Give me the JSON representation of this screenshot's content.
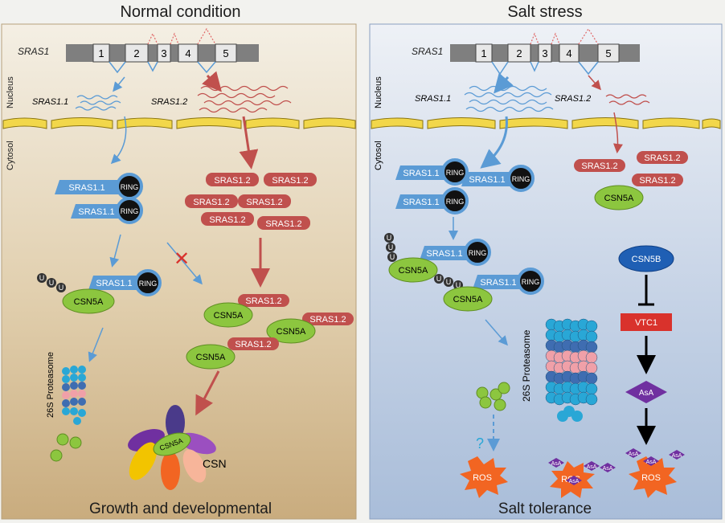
{
  "panels": [
    {
      "title": "Normal condition",
      "caption": "Growth and developmental",
      "gene": "SRAS1",
      "exons": [
        "1",
        "2",
        "3",
        "4",
        "5"
      ],
      "transcript_a": "SRAS1.1",
      "transcript_b": "SRAS1.2",
      "compartment_top": "Nucleus",
      "compartment_bottom": "Cytosol",
      "protein_a": "SRAS1.1",
      "protein_b": "SRAS1.2",
      "ring": "RING",
      "csn5a": "CSN5A",
      "ubiquitin": "U",
      "proteasome": "26S Proteasome",
      "csn": "CSN",
      "blocked_mark": "✕"
    },
    {
      "title": "Salt stress",
      "caption": "Salt tolerance",
      "gene": "SRAS1",
      "exons": [
        "1",
        "2",
        "3",
        "4",
        "5"
      ],
      "transcript_a": "SRAS1.1",
      "transcript_b": "SRAS1.2",
      "compartment_top": "Nucleus",
      "compartment_bottom": "Cytosol",
      "protein_a": "SRAS1.1",
      "protein_b": "SRAS1.2",
      "ring": "RING",
      "csn5a": "CSN5A",
      "csn5b": "CSN5B",
      "vtc1": "VTC1",
      "asa": "AsA",
      "ros": "ROS",
      "question": "?",
      "ubiquitin": "U",
      "proteasome": "26S Proteasome"
    }
  ],
  "colors": {
    "blue": "#5b9bd5",
    "red": "#c0504d",
    "green": "#8cc63f",
    "purple": "#7030a0",
    "orange": "#f26522"
  }
}
